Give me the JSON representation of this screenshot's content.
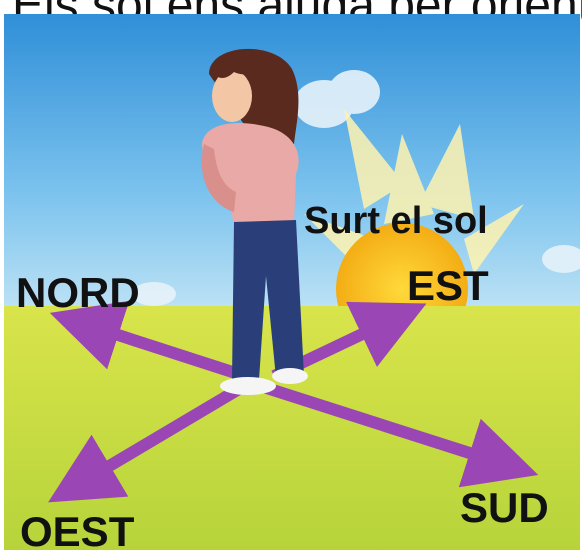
{
  "title": "Els sol ens ajuda per orientar-nos",
  "sun_caption": "Surt el sol",
  "directions": {
    "north": "NORD",
    "east": "EST",
    "south": "SUD",
    "west": "OEST"
  },
  "colors": {
    "sky": "#5ab2e6",
    "grass": "#c7dc3a",
    "sun": "#f6c21d",
    "arrow": "#9a47b5",
    "jacket": "#e9a9a6",
    "jeans": "#2a3f7a",
    "hair": "#5a2a1e"
  }
}
